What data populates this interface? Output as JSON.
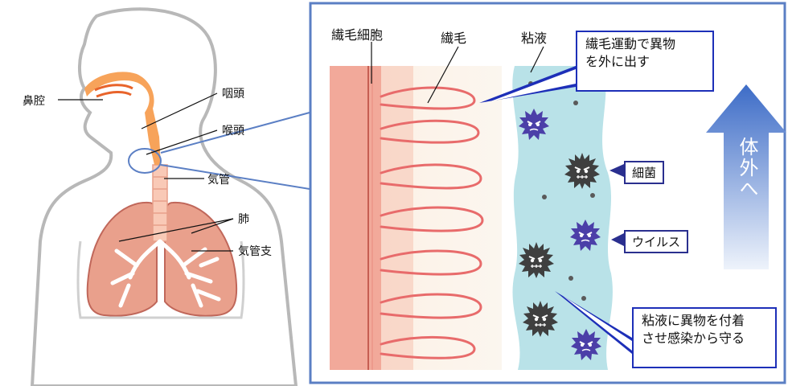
{
  "labels": {
    "nasal_cavity": "鼻腔",
    "pharynx": "咽頭",
    "larynx": "喉頭",
    "trachea": "気管",
    "lung": "肺",
    "bronchi": "気管支",
    "ciliated_cell": "繊毛細胞",
    "cilia": "繊毛",
    "mucus": "粘液"
  },
  "callouts": {
    "cilia_motion": [
      "繊毛運動で異物",
      "を外に出す"
    ],
    "bacteria": "細菌",
    "virus": "ウイルス",
    "mucus_protect": [
      "粘液に異物を付着",
      "させ感染から守る"
    ]
  },
  "arrow_text": "体外へ",
  "colors": {
    "frame": "#5b7fc4",
    "callout_border": "#1d2fb8",
    "cell": "#f2a99a",
    "cilia": "#e86b6b",
    "mucus": "#b9e2e8",
    "virus": "#4b3fa8",
    "bacteria": "#4a4a4a",
    "arrow_top": "#3d6cc7",
    "arrow_bottom": "#e8eff9"
  }
}
